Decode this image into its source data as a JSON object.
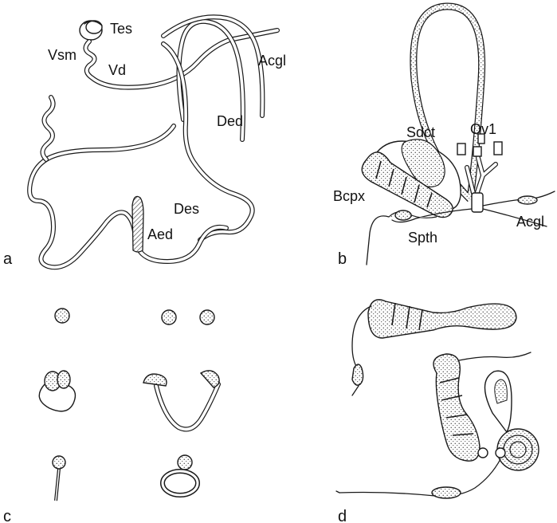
{
  "panels": {
    "a": {
      "letter": "a",
      "labels": {
        "tes": "Tes",
        "vsm": "Vsm",
        "vd": "Vd",
        "ded": "Ded",
        "acgl": "Acgl",
        "des": "Des",
        "aed": "Aed"
      }
    },
    "b": {
      "letter": "b",
      "labels": {
        "sdct": "Sdct",
        "ov1": "Ov1",
        "bcpx": "Bcpx",
        "acgl": "Acgl",
        "spth": "Spth"
      }
    },
    "c": {
      "letter": "c"
    },
    "d": {
      "letter": "d"
    }
  }
}
